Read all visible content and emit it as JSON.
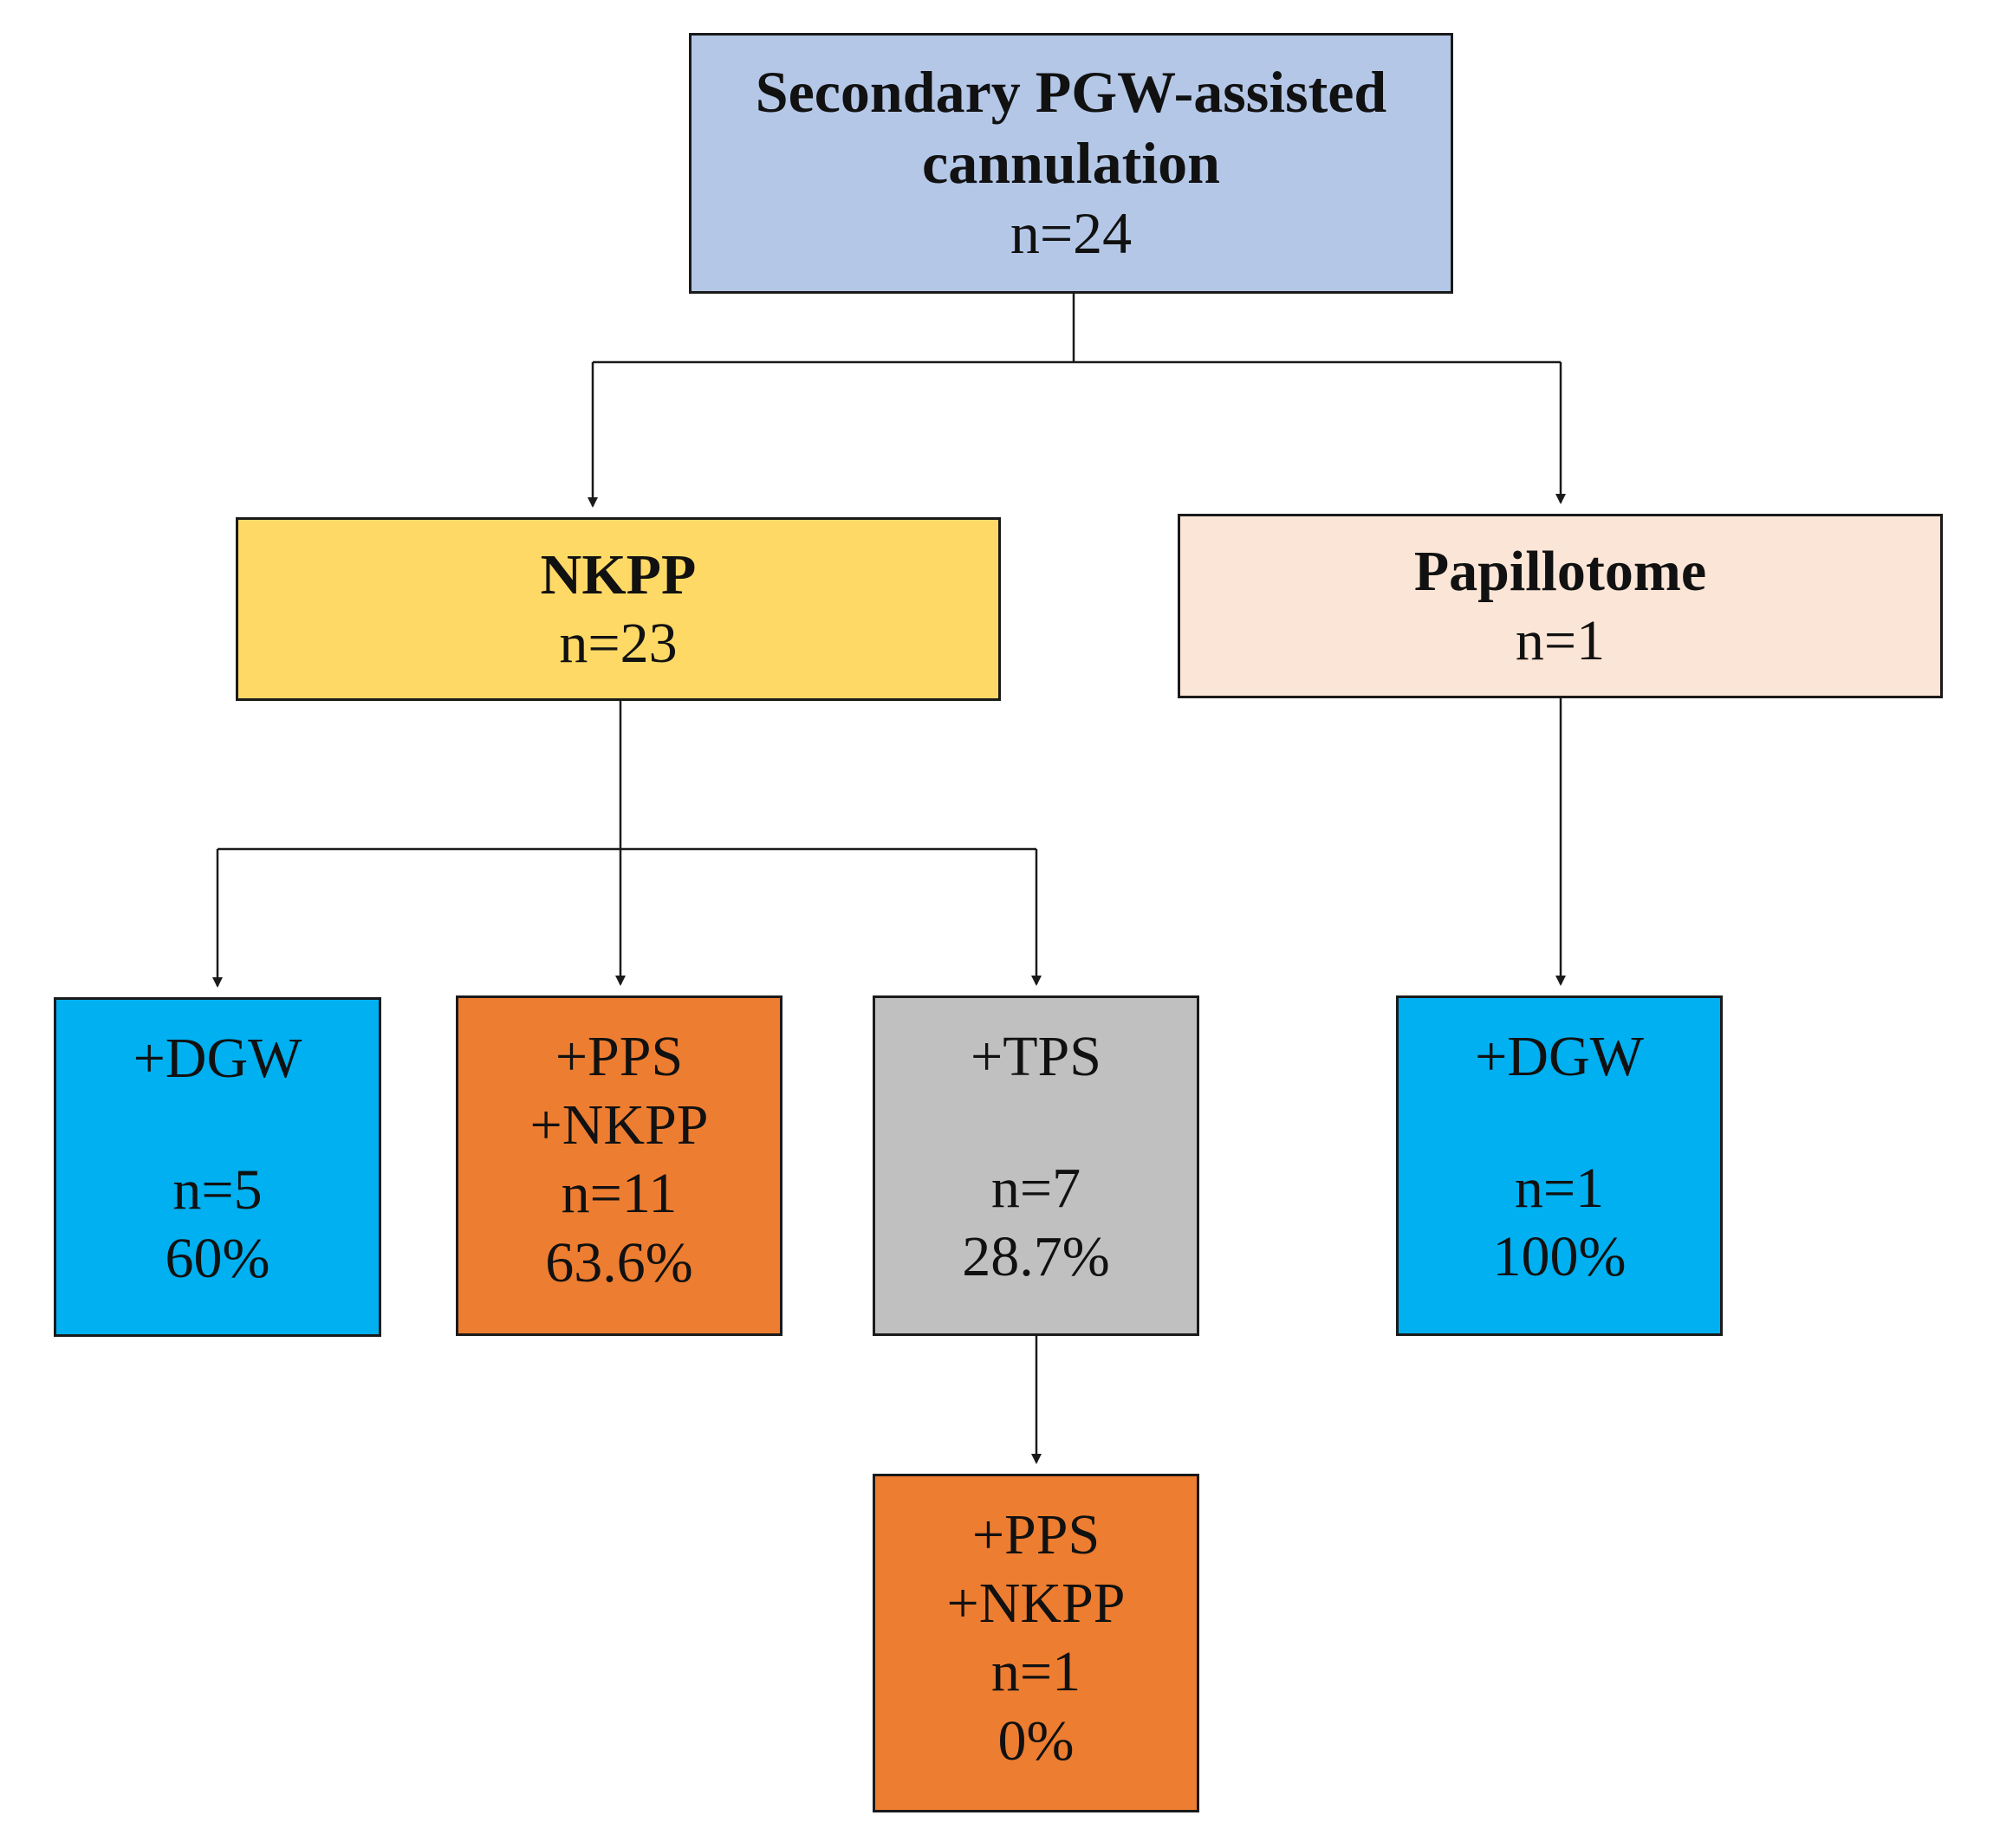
{
  "colors": {
    "root_fill": "#b4c7e7",
    "nkpp_fill": "#ffd966",
    "papillotome_fill": "#fbe5d6",
    "dgw_fill": "#00b0f0",
    "pps_fill": "#ed7d31",
    "tps_fill": "#c0c0c0",
    "border": "#1a1a1a",
    "line": "#1a1a1a"
  },
  "root": {
    "title_line1": "Secondary PGW-assisted",
    "title_line2": "cannulation",
    "count": "n=24"
  },
  "nkpp": {
    "title": "NKPP",
    "count": "n=23"
  },
  "papillotome": {
    "title": "Papillotome",
    "count": "n=1"
  },
  "dgw_nkpp": {
    "label": "+DGW",
    "count": "n=5",
    "rate": "60%"
  },
  "pps_nkpp": {
    "label_line1": "+PPS",
    "label_line2": "+NKPP",
    "count": "n=11",
    "rate": "63.6%"
  },
  "tps": {
    "label": "+TPS",
    "count": "n=7",
    "rate": "28.7%"
  },
  "dgw_papillotome": {
    "label": "+DGW",
    "count": "n=1",
    "rate": "100%"
  },
  "pps_after_tps": {
    "label_line1": "+PPS",
    "label_line2": "+NKPP",
    "count": "n=1",
    "rate": "0%"
  }
}
